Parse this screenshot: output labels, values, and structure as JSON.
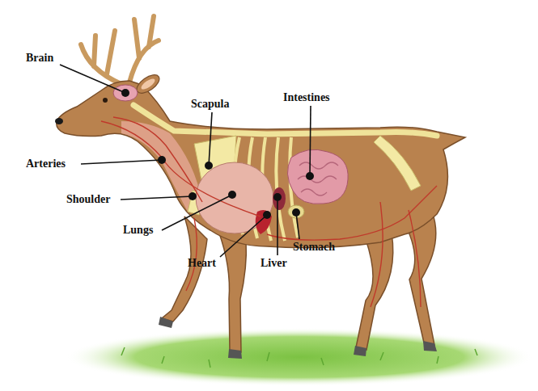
{
  "diagram": {
    "labels": [
      "Brain",
      "Scapula",
      "Intestines",
      "Arteries",
      "Shoulder",
      "Lungs",
      "Heart",
      "Liver",
      "Stomach"
    ]
  }
}
